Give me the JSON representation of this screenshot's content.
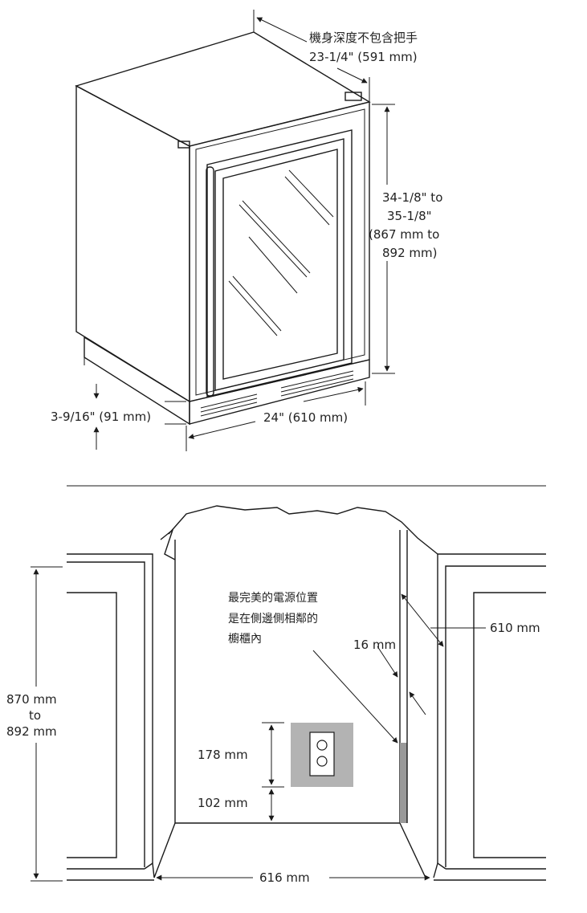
{
  "top_figure": {
    "depth_label_line1": "機身深度不包含把手",
    "depth_label_line2": "23-1/4\" (591 mm)",
    "height_label_line1": "34-1/8\" to",
    "height_label_line2": "35-1/8\"",
    "height_label_line3": "(867 mm to",
    "height_label_line4": "892 mm)",
    "plinth_label": "3-9/16\" (91 mm)",
    "width_label": "24\" (610 mm)"
  },
  "bottom_figure": {
    "outlet_note_line1": "最完美的電源位置",
    "outlet_note_line2": "是在側邊側相鄰的",
    "outlet_note_line3": "櫥櫃內",
    "depth_label": "610 mm",
    "gap_label": "16 mm",
    "height_label_line1": "870 mm",
    "height_label_line2": "to",
    "height_label_line3": "892 mm",
    "outlet_height_label": "178 mm",
    "outlet_offset_label": "102 mm",
    "width_label": "616 mm"
  }
}
